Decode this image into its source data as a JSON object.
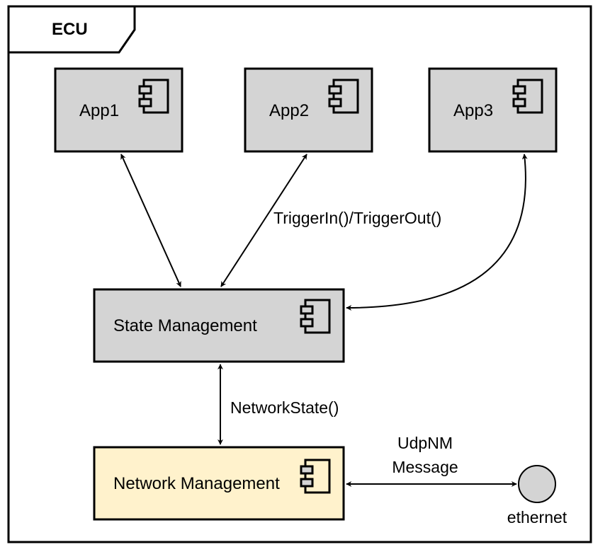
{
  "container": {
    "title": "ECU"
  },
  "components": {
    "app1": {
      "label": "App1"
    },
    "app2": {
      "label": "App2"
    },
    "app3": {
      "label": "App3"
    },
    "state_management": {
      "label": "State Management"
    },
    "network_management": {
      "label": "Network Management"
    }
  },
  "connections": {
    "trigger_label": "TriggerIn()/TriggerOut()",
    "network_state_label": "NetworkState()",
    "udpnm_label_line1": "UdpNM",
    "udpnm_label_line2": "Message"
  },
  "interface": {
    "label": "ethernet"
  },
  "colors": {
    "component_fill": "#d4d4d4",
    "network_fill": "#fff2cc",
    "stroke": "#000000",
    "interface_fill": "#d4d4d4"
  }
}
